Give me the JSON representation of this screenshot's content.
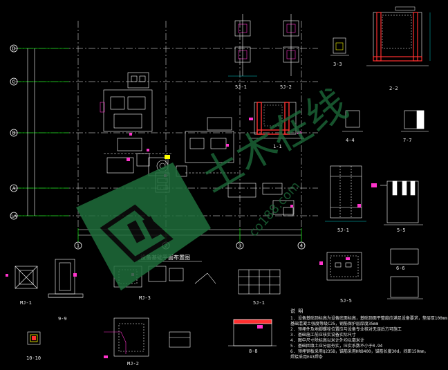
{
  "drawing": {
    "colors": {
      "background": "#000000",
      "grid_line": "#00c800",
      "line": "#ffffff",
      "dim": "#00d0d0",
      "section": "#ff3030",
      "pink": "#ff33cc",
      "yellow": "#ffff00",
      "watermark": "#1f6e3c"
    },
    "row_axes": [
      "D",
      "C",
      "B",
      "A",
      "1/A"
    ],
    "col_axes": [
      "1",
      "2",
      "3",
      "4"
    ],
    "main_plan_title": "设备基础平面布置图",
    "sections": {
      "s11": "5J-1",
      "s12": "5J-2",
      "s22": "2-2",
      "s33": "3-3",
      "s11b": "1-1",
      "s44": "4-4",
      "s77": "7-7",
      "s55": "5-5",
      "s56": "5J-5",
      "s66": "6-6",
      "s99": "9-9",
      "s1010": "10-10",
      "s88": "8-8",
      "sj1": "5J-1",
      "sj2": "MJ-2",
      "sj3": "MJ-3",
      "mj1": "MJ-1"
    },
    "notes_title": "说 明",
    "notes": [
      "1. 设备基础顶标高为设备底面标高，基础顶面平整度应满足设备要求，垫层厚100mm",
      "   基础混凝土强度等级C25，钢筋保护层厚度35mm",
      "2. 预埋件及地脚螺栓位置应与设备专业核对无误后方可施工",
      "3. 基础施工前应核实设备实际尺寸",
      "4. 图中尺寸除标高以米计外均以毫米计",
      "5. 基础回填土应分层夯实，压实系数不小于0.94",
      "6. 预埋钢板采用Q235B，锚筋采用HRB400，锚筋长度30d，间距150mm，",
      "   焊接采用E43焊条"
    ],
    "watermark": {
      "text": "土木在线",
      "url": "co188.com"
    }
  }
}
